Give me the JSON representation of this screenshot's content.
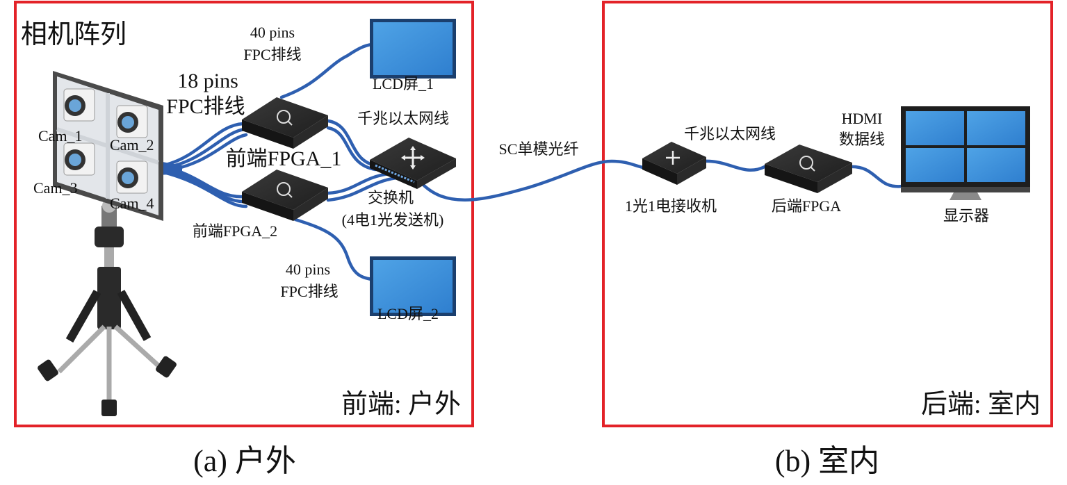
{
  "panels": {
    "outdoor": {
      "title": "相机阵列",
      "corner_label": "前端: 户外",
      "caption": "(a) 户外",
      "cameras": [
        "Cam_1",
        "Cam_2",
        "Cam_3",
        "Cam_4"
      ],
      "cable_18": [
        "18 pins",
        "FPC排线"
      ],
      "cable_40_top": [
        "40 pins",
        "FPC排线"
      ],
      "cable_40_bottom": [
        "40 pins",
        "FPC排线"
      ],
      "lcd_1": "LCD屏_1",
      "lcd_2": "LCD屏_2",
      "fpga_1": "前端FPGA_1",
      "fpga_2": "前端FPGA_2",
      "ethernet": "千兆以太网线",
      "switch": [
        "交换机",
        "(4电1光发送机)"
      ]
    },
    "indoor": {
      "corner_label": "后端: 室内",
      "caption": "(b) 室内",
      "ethernet": "千兆以太网线",
      "receiver": "1光1电接收机",
      "fpga": "后端FPGA",
      "hdmi": [
        "HDMI",
        "数据线"
      ],
      "display": "显示器"
    }
  },
  "fiber_label": "SC单模光纤",
  "colors": {
    "frame": "#e32228",
    "cable": "#2e5fb0",
    "screen": "#3a8fd8",
    "device": "#2b2b2b"
  }
}
